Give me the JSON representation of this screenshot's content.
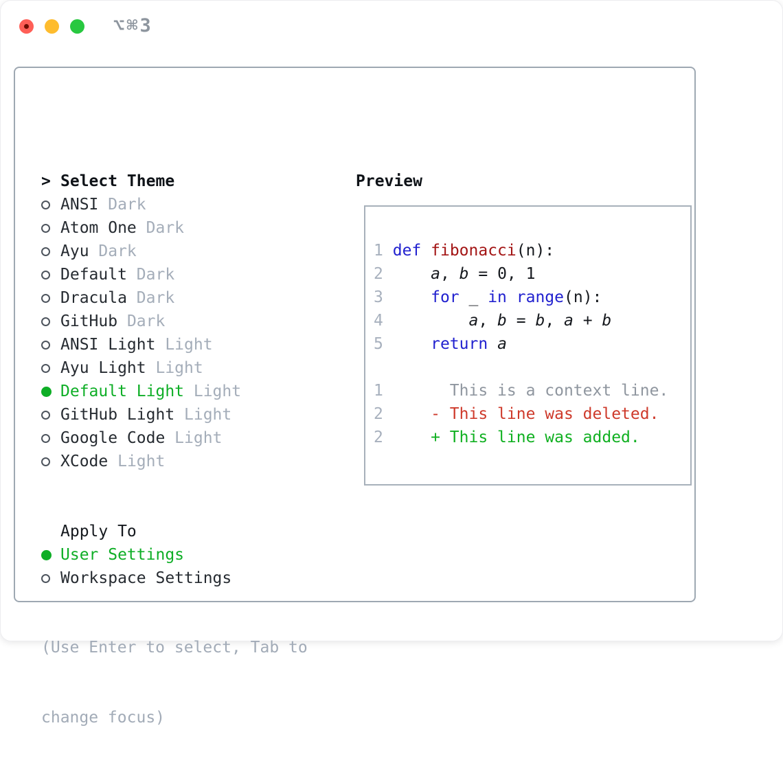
{
  "titlebar": {
    "shortcut": "⌥⌘3",
    "buttons": [
      "close",
      "minimize",
      "zoom"
    ]
  },
  "colors": {
    "accent_green": "#0eae26",
    "deleted_red": "#ce3a2b",
    "keyword_blue": "#2121cf",
    "function_red": "#a31515",
    "muted_gray": "#a4adb9",
    "text_dark": "#262b31",
    "traffic_red": "#ff5f57",
    "traffic_yellow": "#febc2e",
    "traffic_green": "#28c840",
    "border_gray": "#9ea8b2"
  },
  "theme_list": {
    "header_prefix": ">",
    "header": "Select Theme",
    "items": [
      {
        "name": "ANSI",
        "variant": "Dark",
        "selected": false
      },
      {
        "name": "Atom One",
        "variant": "Dark",
        "selected": false
      },
      {
        "name": "Ayu",
        "variant": "Dark",
        "selected": false
      },
      {
        "name": "Default",
        "variant": "Dark",
        "selected": false
      },
      {
        "name": "Dracula",
        "variant": "Dark",
        "selected": false
      },
      {
        "name": "GitHub",
        "variant": "Dark",
        "selected": false
      },
      {
        "name": "ANSI Light",
        "variant": "Light",
        "selected": false
      },
      {
        "name": "Ayu Light",
        "variant": "Light",
        "selected": false
      },
      {
        "name": "Default Light",
        "variant": "Light",
        "selected": true
      },
      {
        "name": "GitHub Light",
        "variant": "Light",
        "selected": false
      },
      {
        "name": "Google Code",
        "variant": "Light",
        "selected": false
      },
      {
        "name": "XCode",
        "variant": "Light",
        "selected": false
      }
    ]
  },
  "apply_to": {
    "header": "Apply To",
    "options": [
      {
        "label": "User Settings",
        "selected": true
      },
      {
        "label": "Workspace Settings",
        "selected": false
      }
    ]
  },
  "hint": {
    "line1": "(Use Enter to select, Tab to",
    "line2": "change focus)"
  },
  "preview": {
    "title": "Preview",
    "lines": [
      {
        "num": "1",
        "segments": [
          {
            "t": " ",
            "c": "pl"
          },
          {
            "t": "def",
            "c": "kw"
          },
          {
            "t": " ",
            "c": "pl"
          },
          {
            "t": "fibonacci",
            "c": "fn"
          },
          {
            "t": "(n):",
            "c": "pl"
          }
        ]
      },
      {
        "num": "2",
        "segments": [
          {
            "t": "     ",
            "c": "pl"
          },
          {
            "t": "a",
            "c": "var"
          },
          {
            "t": ", ",
            "c": "pl"
          },
          {
            "t": "b",
            "c": "var"
          },
          {
            "t": " = 0, 1",
            "c": "pl"
          }
        ]
      },
      {
        "num": "3",
        "segments": [
          {
            "t": "     ",
            "c": "pl"
          },
          {
            "t": "for",
            "c": "kw"
          },
          {
            "t": " _ ",
            "c": "pl"
          },
          {
            "t": "in",
            "c": "kw"
          },
          {
            "t": " ",
            "c": "pl"
          },
          {
            "t": "range",
            "c": "kw"
          },
          {
            "t": "(n):",
            "c": "pl"
          }
        ]
      },
      {
        "num": "4",
        "segments": [
          {
            "t": "         ",
            "c": "pl"
          },
          {
            "t": "a",
            "c": "var"
          },
          {
            "t": ", ",
            "c": "pl"
          },
          {
            "t": "b",
            "c": "var"
          },
          {
            "t": " = ",
            "c": "pl"
          },
          {
            "t": "b",
            "c": "var"
          },
          {
            "t": ", ",
            "c": "pl"
          },
          {
            "t": "a",
            "c": "var"
          },
          {
            "t": " + ",
            "c": "pl"
          },
          {
            "t": "b",
            "c": "var"
          }
        ]
      },
      {
        "num": "5",
        "segments": [
          {
            "t": "     ",
            "c": "pl"
          },
          {
            "t": "return",
            "c": "kw"
          },
          {
            "t": " ",
            "c": "pl"
          },
          {
            "t": "a",
            "c": "var"
          }
        ]
      },
      {
        "num": "",
        "segments": []
      },
      {
        "num": "1",
        "segments": [
          {
            "t": "       ",
            "c": "pl"
          },
          {
            "t": "This is a context line.",
            "c": "ctx"
          }
        ]
      },
      {
        "num": "2",
        "segments": [
          {
            "t": "     ",
            "c": "pl"
          },
          {
            "t": "- This line was deleted.",
            "c": "del"
          }
        ]
      },
      {
        "num": "2",
        "segments": [
          {
            "t": "     ",
            "c": "pl"
          },
          {
            "t": "+ This line was added.",
            "c": "add"
          }
        ]
      }
    ]
  }
}
